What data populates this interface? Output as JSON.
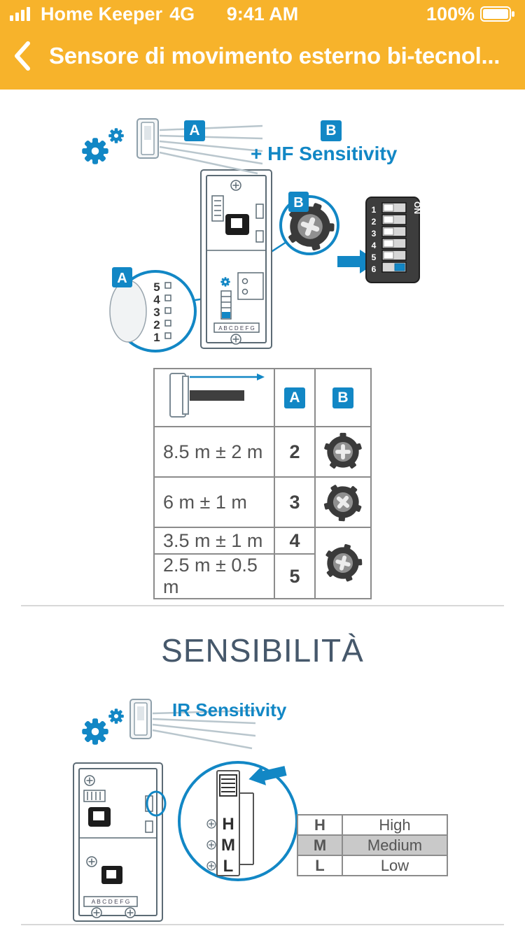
{
  "colors": {
    "header_yellow": "#F7B32B",
    "accent_blue": "#1287C5",
    "heading_gray": "#46586B"
  },
  "status_bar": {
    "carrier": "Home Keeper",
    "network": "4G",
    "time": "9:41 AM",
    "battery": "100%"
  },
  "nav": {
    "title": "Sensore di movimento esterno bi-tecnol..."
  },
  "hf": {
    "intro_badge_a": "A",
    "intro_badge_b": "B",
    "title": "+ HF Sensitivity",
    "callout_a_label": "A",
    "callout_b_label": "B",
    "scale_numbers": [
      "5",
      "4",
      "3",
      "2",
      "1"
    ],
    "dip": {
      "on": "ON",
      "numbers": [
        "1",
        "2",
        "3",
        "4",
        "5",
        "6"
      ]
    },
    "terminal_label": "A B C D E F G",
    "table": {
      "col_a": "A",
      "col_b": "B",
      "rows": [
        {
          "range": "8.5 m ± 2 m",
          "value": "2"
        },
        {
          "range": "6 m ± 1 m",
          "value": "3"
        },
        {
          "range": "3.5 m ± 1 m",
          "value": "4"
        },
        {
          "range": "2.5 m ± 0.5 m",
          "value": "5"
        }
      ]
    }
  },
  "sensibility": {
    "heading": "SENSIBILITÀ",
    "ir_title": "IR Sensitivity",
    "levels": [
      "H",
      "M",
      "L"
    ],
    "terminal_label": "A B C D E F G",
    "table": [
      {
        "key": "H",
        "value": "High"
      },
      {
        "key": "M",
        "value": "Medium"
      },
      {
        "key": "L",
        "value": "Low"
      }
    ]
  }
}
